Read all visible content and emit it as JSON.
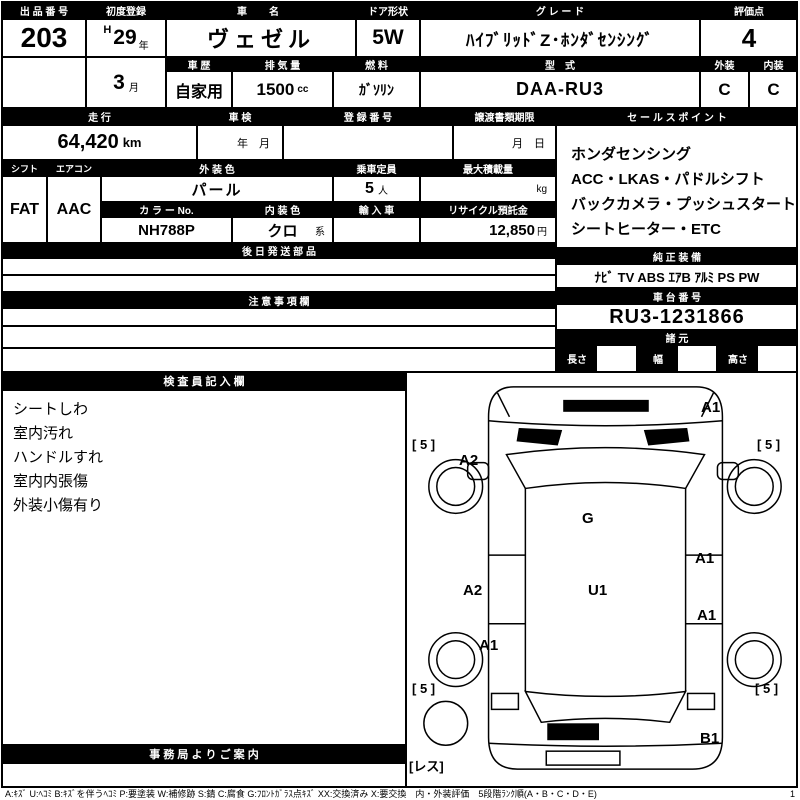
{
  "form": {
    "lot": {
      "label": "出 品 番 号",
      "value": "203"
    },
    "first_reg": {
      "label": "初度登録",
      "era": "H",
      "year": "29",
      "year_unit": "年",
      "month": "3",
      "month_unit": "月"
    },
    "car_name": {
      "label": "車　名",
      "value": "ヴェゼル"
    },
    "door": {
      "label": "ドア形状",
      "value": "5W"
    },
    "grade": {
      "label": "グ レ ー ド",
      "value": "ﾊｲﾌﾞﾘｯﾄﾞZ･ﾎﾝﾀﾞｾﾝｼﾝｸﾞ"
    },
    "score": {
      "label": "評価点",
      "value": "4"
    },
    "history": {
      "label": "車 歴",
      "value": "自家用"
    },
    "displacement": {
      "label": "排 気 量",
      "value": "1500",
      "unit": "cc"
    },
    "fuel": {
      "label": "燃 料",
      "value": "ｶﾞｿﾘﾝ"
    },
    "model": {
      "label": "型　式",
      "value": "DAA-RU3"
    },
    "exterior_grade": {
      "label": "外装",
      "value": "C"
    },
    "interior_grade": {
      "label": "内装",
      "value": "C"
    },
    "mileage": {
      "label": "走 行",
      "value": "64,420",
      "unit": "km"
    },
    "inspection": {
      "label": "車 検",
      "value": "年　月"
    },
    "registration_no": {
      "label": "登 録 番 号",
      "value": ""
    },
    "transfer_deadline": {
      "label": "譲渡書類期限",
      "value": "月　日"
    },
    "sales_points": {
      "label": "セ ー ル ス ポ イ ン ト",
      "lines": [
        "ホンダセンシング",
        "ACC・LKAS・パドルシフト",
        "バックカメラ・プッシュスタート",
        "シートヒーター・ETC"
      ]
    },
    "shift": {
      "label": "シフト",
      "value": "FAT"
    },
    "aircon": {
      "label": "エアコン",
      "value": "AAC"
    },
    "exterior_color": {
      "label": "外 装 色",
      "value": "パール"
    },
    "capacity": {
      "label": "乗車定員",
      "value": "5",
      "unit": "人"
    },
    "max_load": {
      "label": "最大積載量",
      "value": "",
      "unit": "kg"
    },
    "color_no": {
      "label": "カ ラ ー No.",
      "value": "NH788P"
    },
    "interior_color": {
      "label": "内 装 色",
      "value": "クロ",
      "suffix": "系"
    },
    "imported": {
      "label": "輸 入 車",
      "value": ""
    },
    "recycle_deposit": {
      "label": "リサイクル預託金",
      "value": "12,850",
      "unit": "円"
    },
    "later_parts": {
      "label": "後 日 発 送 部 品"
    },
    "equipment": {
      "label": "純 正 装 備",
      "value": "ﾅﾋﾞ TV ABS ｴｱB ｱﾙﾐ PS PW"
    },
    "caution": {
      "label": "注 意 事 項 欄"
    },
    "chassis_no": {
      "label": "車 台 番 号",
      "value": "RU3-1231866"
    },
    "specs": {
      "label": "諸 元",
      "length_label": "長さ",
      "width_label": "幅",
      "height_label": "高さ"
    },
    "inspector": {
      "label": "検 査 員 記 入 欄",
      "lines": [
        "シートしわ",
        "室内汚れ",
        "ハンドルすれ",
        "室内内張傷",
        "外装小傷有り"
      ]
    },
    "office": {
      "label": "事 務 局 よ り ご 案 内"
    }
  },
  "diagram": {
    "marks": {
      "front_right_fender": "A1",
      "front_left_fender": "A2",
      "windshield": "G",
      "right_front_door": "A1",
      "left_door": "A2",
      "roof": "U1",
      "right_rear_door": "A1",
      "left_quarter": "A1",
      "rear_bumper": "B1",
      "tire_front_left": "[ 5 ]",
      "tire_front_right": "[ 5 ]",
      "tire_rear_left": "[ 5 ]",
      "tire_rear_right": "[ 5 ]",
      "spare_tire": "[レス]"
    }
  },
  "legend": {
    "text": "A:ｷｽﾞ U:ﾍｺﾐ B:ｷｽﾞを伴うﾍｺﾐ P:要塗装 W:補修跡 S:錆 C:腐食 G:ﾌﾛﾝﾄｶﾞﾗｽ点ｷｽﾞ XX:交換済み X:要交換　内・外装評価　5段階ﾗﾝｸ順(A・B・C・D・E)",
    "page": "1"
  }
}
